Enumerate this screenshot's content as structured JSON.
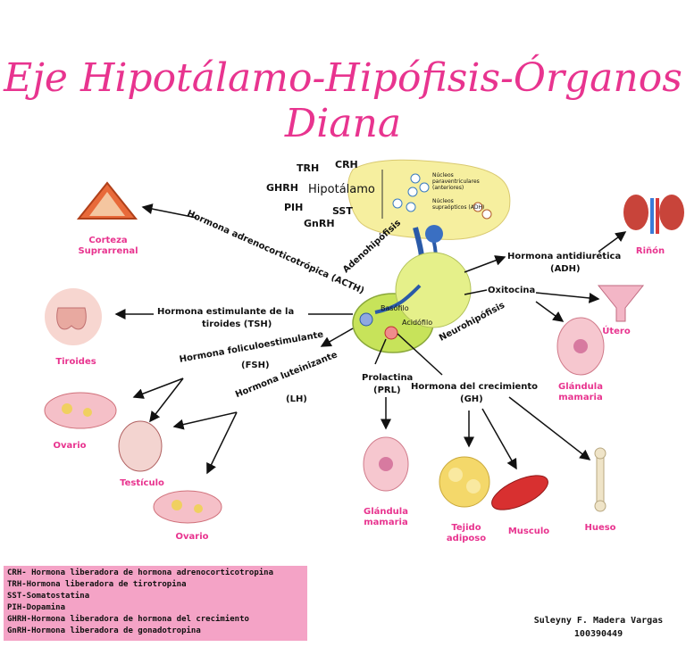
{
  "title": "Eje Hipotálamo-Hipófisis-Órganos Diana",
  "hypothalamus": {
    "label": "Hipotálamo",
    "hormones": [
      "TRH",
      "CRH",
      "GHRH",
      "PIH",
      "SST",
      "GnRH"
    ],
    "nuclei": [
      "Núcleos paraventriculares (anteriores)",
      "Núcleos supraópticos (ADH)"
    ]
  },
  "pituitary": {
    "adeno": "Adenohipófisis",
    "neuro": "Neurohipófisis",
    "basofilo": "Basófilo",
    "acidofilo": "Acidófilo"
  },
  "hormones": {
    "acth": "Hormona adrenocorticotrópica (ACTH)",
    "tsh_1": "Hormona estimulante de la",
    "tsh_2": "tiroides (TSH)",
    "fsh_1": "Hormona foliculoestimulante",
    "fsh_2": "(FSH)",
    "lh_1": "Hormona luteinizante",
    "lh_2": "(LH)",
    "prl_1": "Prolactina",
    "prl_2": "(PRL)",
    "gh_1": "Hormona del crecimiento",
    "gh_2": "(GH)",
    "adh_1": "Hormona antidiurética",
    "adh_2": "(ADH)",
    "oxi": "Oxitocina"
  },
  "organs": {
    "corteza_1": "Corteza",
    "corteza_2": "Suprarrenal",
    "tiroides": "Tiroides",
    "ovario_1": "Ovario",
    "testiculo": "Testículo",
    "ovario_2": "Ovario",
    "glandula_1a": "Glándula",
    "glandula_1b": "mamaria",
    "tejido_1": "Tejido",
    "tejido_2": "adiposo",
    "musculo": "Musculo",
    "hueso": "Hueso",
    "rinon": "Riñón",
    "utero": "Útero",
    "glandula_2a": "Glándula",
    "glandula_2b": "mamaria"
  },
  "legend": [
    "CRH- Hormona liberadora de hormona adrenocorticotropina",
    "TRH-Hormona liberadora de tirotropina",
    "SST-Somatostatina",
    "PIH-Dopamina",
    "GHRH-Hormona liberadora de hormona del crecimiento",
    "GnRH-Hormona liberadora de gonadotropina"
  ],
  "author": {
    "name": "Suleyny F. Madera Vargas",
    "id": "100390449"
  },
  "colors": {
    "accent": "#e8348f",
    "legend_bg": "#f4a3c6",
    "pituitary_green": "#c7e35a",
    "hypothalamus_yellow": "#f6ef9f"
  }
}
